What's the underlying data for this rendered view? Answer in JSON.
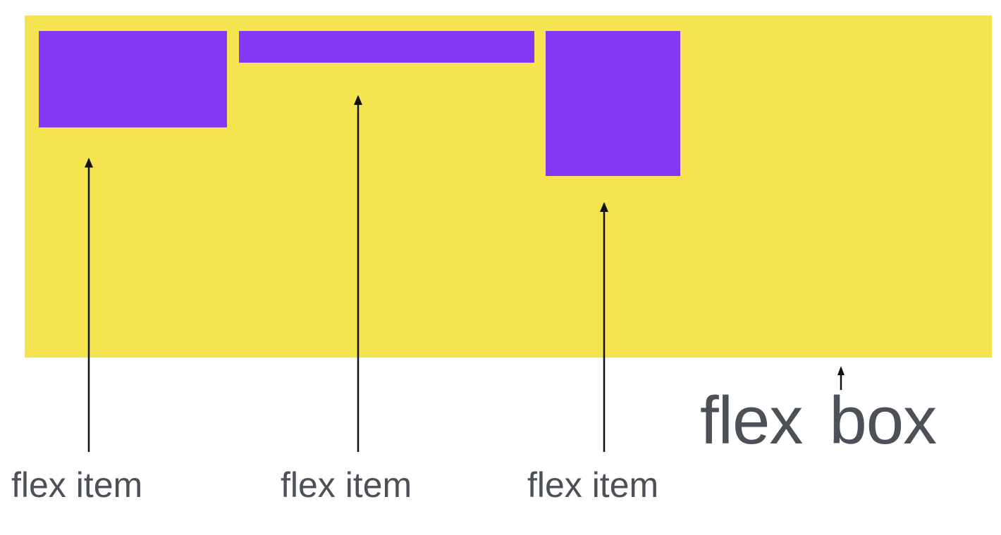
{
  "colors": {
    "flex_container": "#f5e44f",
    "flex_item": "#8339f4",
    "arrow": "#111111",
    "label_text": "#4c5057",
    "background": "#ffffff"
  },
  "labels": {
    "flex_items": [
      "flex item",
      "flex item",
      "flex item"
    ],
    "flex_box_left": "flex",
    "flex_box_right": "box"
  }
}
